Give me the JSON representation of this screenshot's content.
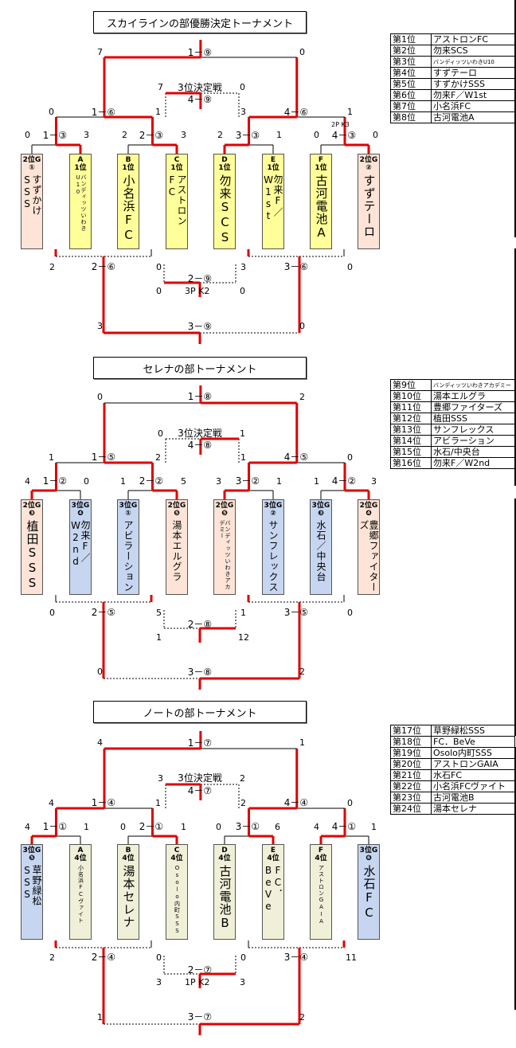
{
  "t1": {
    "title": "スカイラインの部優勝決定トーナメント",
    "final": {
      "label": "1－⑨",
      "l": "7",
      "r": "0"
    },
    "third": {
      "label1": "3位決定戦",
      "label2": "4－⑨",
      "l": "7",
      "r": "0"
    },
    "semi_l": {
      "label": "1－⑥",
      "l": "0",
      "r": "1"
    },
    "semi_r": {
      "label": "4－⑥",
      "l": "3",
      "r": "1"
    },
    "q1": {
      "label": "1－③",
      "l": "0",
      "r": "3"
    },
    "q2": {
      "label": "2－③",
      "l": "2",
      "r": "3"
    },
    "q3": {
      "label": "3－③",
      "l": "2",
      "r": "1"
    },
    "q4": {
      "label": "4－③",
      "l": "0",
      "r": "0",
      "pk": "2P K3"
    },
    "teams": [
      {
        "h1": "2位G",
        "h2": "①",
        "name": "すずかけSSS"
      },
      {
        "h1": "A",
        "h2": "1位",
        "name": "バンディッツいわきU10"
      },
      {
        "h1": "B",
        "h2": "1位",
        "name": "小名浜FC"
      },
      {
        "h1": "C",
        "h2": "1位",
        "name": "アストロンFC"
      },
      {
        "h1": "D",
        "h2": "1位",
        "name": "勿来SCS"
      },
      {
        "h1": "E",
        "h2": "1位",
        "name": "勿来F／W1st"
      },
      {
        "h1": "F",
        "h2": "1位",
        "name": "古河電池A"
      },
      {
        "h1": "2位G",
        "h2": "②",
        "name": "すずテーロ"
      }
    ],
    "l1": {
      "label": "2－⑥",
      "l": "2",
      "r": "0"
    },
    "l2": {
      "label": "3－⑥",
      "l": "3",
      "r": "0"
    },
    "l3": {
      "label": "2－⑨",
      "l": "0",
      "r": "0",
      "pk": "3P K2"
    },
    "l4": {
      "label": "3－⑨",
      "l": "3",
      "r": "0"
    }
  },
  "t2": {
    "title": "セレナの部トーナメント",
    "final": {
      "label": "1－⑧",
      "l": "0",
      "r": "2"
    },
    "third": {
      "label1": "3位決定戦",
      "label2": "4－⑧",
      "l": "0",
      "r": "1"
    },
    "semi_l": {
      "label": "1－⑤",
      "l": "1",
      "r": "2"
    },
    "semi_r": {
      "label": "4－⑤",
      "l": "1",
      "r": "0"
    },
    "q1": {
      "label": "1－②",
      "l": "4",
      "r": "0"
    },
    "q2": {
      "label": "2－②",
      "l": "1",
      "r": "5"
    },
    "q3": {
      "label": "3－②",
      "l": "3",
      "r": "1"
    },
    "q4": {
      "label": "4－②",
      "l": "1",
      "r": "3"
    },
    "teams": [
      {
        "h1": "2位G",
        "h2": "❸",
        "name": "植田SSS"
      },
      {
        "h1": "3位G",
        "h2": "❹",
        "name": "勿来F／W2nd"
      },
      {
        "h1": "3位G",
        "h2": "①",
        "name": "アビラーション"
      },
      {
        "h1": "2位G",
        "h2": "❺",
        "name": "湯本エルグラ"
      },
      {
        "h1": "2位G",
        "h2": "❺",
        "name": "バンディッツいわきアカデミー"
      },
      {
        "h1": "3位G",
        "h2": "②",
        "name": "サンフレックス"
      },
      {
        "h1": "3位G",
        "h2": "❸",
        "name": "水石／中央台"
      },
      {
        "h1": "2位G",
        "h2": "❹",
        "name": "豊郷ファイターズ"
      }
    ],
    "l1": {
      "label": "2－⑤",
      "l": "0",
      "r": "5"
    },
    "l2": {
      "label": "3－⑤",
      "l": "1",
      "r": "0"
    },
    "l3": {
      "label": "2－⑧",
      "l": "1",
      "r": "12"
    },
    "l4": {
      "label": "3－⑧",
      "l": "0",
      "r": "2"
    }
  },
  "t3": {
    "title": "ノートの部トーナメント",
    "final": {
      "label": "1－⑦",
      "l": "4",
      "r": "1"
    },
    "third": {
      "label1": "3位決定戦",
      "label2": "4－⑦",
      "l": "3",
      "r": "2"
    },
    "semi_l": {
      "label": "1－④",
      "l": "4",
      "r": "1"
    },
    "semi_r": {
      "label": "4－④",
      "l": "2",
      "r": "0"
    },
    "q1": {
      "label": "1－①",
      "l": "4",
      "r": "1"
    },
    "q2": {
      "label": "2－①",
      "l": "0",
      "r": "1"
    },
    "q3": {
      "label": "3－①",
      "l": "0",
      "r": "6"
    },
    "q4": {
      "label": "4－①",
      "l": "4",
      "r": "1"
    },
    "teams": [
      {
        "h1": "3位G",
        "h2": "❺",
        "name": "草野緑松SSS"
      },
      {
        "h1": "A",
        "h2": "4位",
        "name": "小名浜FCヴァイト"
      },
      {
        "h1": "B",
        "h2": "4位",
        "name": "湯本セレナ"
      },
      {
        "h1": "C",
        "h2": "4位",
        "name": "Osolo内町SSS"
      },
      {
        "h1": "D",
        "h2": "4位",
        "name": "古河電池B"
      },
      {
        "h1": "E",
        "h2": "4位",
        "name": "FC．BeVe"
      },
      {
        "h1": "F",
        "h2": "4位",
        "name": "アストロンGAIA"
      },
      {
        "h1": "3位G",
        "h2": "❻",
        "name": "水石FC"
      }
    ],
    "l1": {
      "label": "2－④",
      "l": "2",
      "r": "0"
    },
    "l2": {
      "label": "3－④",
      "l": "0",
      "r": "11"
    },
    "l3": {
      "label": "2－⑦",
      "l": "3",
      "r": "3",
      "pk": "1P K2"
    },
    "l4": {
      "label": "3－⑦",
      "l": "1",
      "r": "2"
    }
  },
  "ranks1": [
    {
      "place": "第1位",
      "team": "アストロンFC"
    },
    {
      "place": "第2位",
      "team": "勿来SCS"
    },
    {
      "place": "第3位",
      "team": "バンディッツいわきU10"
    },
    {
      "place": "第4位",
      "team": "すずテーロ"
    },
    {
      "place": "第5位",
      "team": "すずかけSSS"
    },
    {
      "place": "第6位",
      "team": "勿来F／W1st"
    },
    {
      "place": "第7位",
      "team": "小名浜FC"
    },
    {
      "place": "第8位",
      "team": "古河電池A"
    }
  ],
  "ranks2": [
    {
      "place": "第9位",
      "team": "バンディッツいわきアカデミー"
    },
    {
      "place": "第10位",
      "team": "湯本エルグラ"
    },
    {
      "place": "第11位",
      "team": "豊郷ファイターズ"
    },
    {
      "place": "第12位",
      "team": "植田SSS"
    },
    {
      "place": "第13位",
      "team": "サンフレックス"
    },
    {
      "place": "第14位",
      "team": "アビラーション"
    },
    {
      "place": "第15位",
      "team": "水石/中央台"
    },
    {
      "place": "第16位",
      "team": "勿来F／W2nd"
    }
  ],
  "ranks3": [
    {
      "place": "第17位",
      "team": "草野緑松SSS"
    },
    {
      "place": "第18位",
      "team": "FC．BeVe"
    },
    {
      "place": "第19位",
      "team": "Osolo内町SSS"
    },
    {
      "place": "第20位",
      "team": "アストロンGAIA"
    },
    {
      "place": "第21位",
      "team": "水石FC"
    },
    {
      "place": "第22位",
      "team": "小名浜FCヴァイト"
    },
    {
      "place": "第23位",
      "team": "古河電池B"
    },
    {
      "place": "第24位",
      "team": "湯本セレナ"
    }
  ],
  "colors": {
    "win": "#e00000",
    "lose": "#000000",
    "yellow": "#ffff99",
    "pink": "#fde4d6",
    "blue": "#c6d6f0",
    "cream": "#f0f0d8"
  }
}
